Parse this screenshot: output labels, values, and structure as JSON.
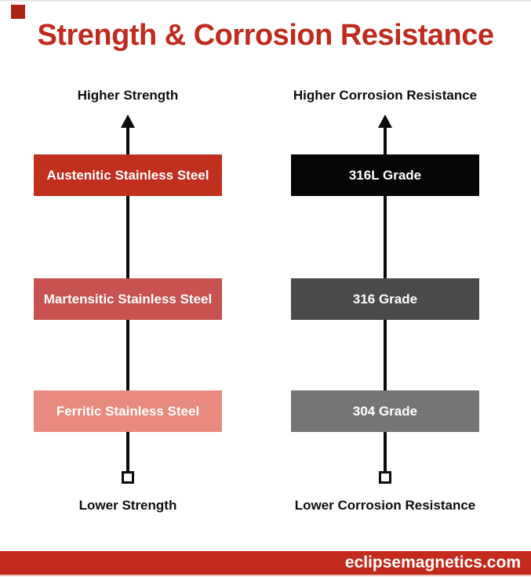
{
  "page": {
    "title": "Strength & Corrosion Resistance",
    "title_color": "#bf2b1e"
  },
  "brand": {
    "footer_url": "eclipsemagnetics.com",
    "footer_bg": "#c12a1c",
    "corner_mark_color": "#ab2217"
  },
  "columns": [
    {
      "id": "strength",
      "top_label": "Higher Strength",
      "bottom_label": "Lower Strength",
      "bars": [
        {
          "label": "Austenitic Stainless Steel",
          "color": "#c1301f"
        },
        {
          "label": "Martensitic Stainless Steel",
          "color": "#c75250"
        },
        {
          "label": "Ferritic Stainless Steel",
          "color": "#e98a7e"
        }
      ]
    },
    {
      "id": "corrosion",
      "top_label": "Higher Corrosion Resistance",
      "bottom_label": "Lower Corrosion Resistance",
      "bars": [
        {
          "label": "316L Grade",
          "color": "#060606"
        },
        {
          "label": "316 Grade",
          "color": "#4a494b"
        },
        {
          "label": "304 Grade",
          "color": "#757578"
        }
      ]
    }
  ]
}
